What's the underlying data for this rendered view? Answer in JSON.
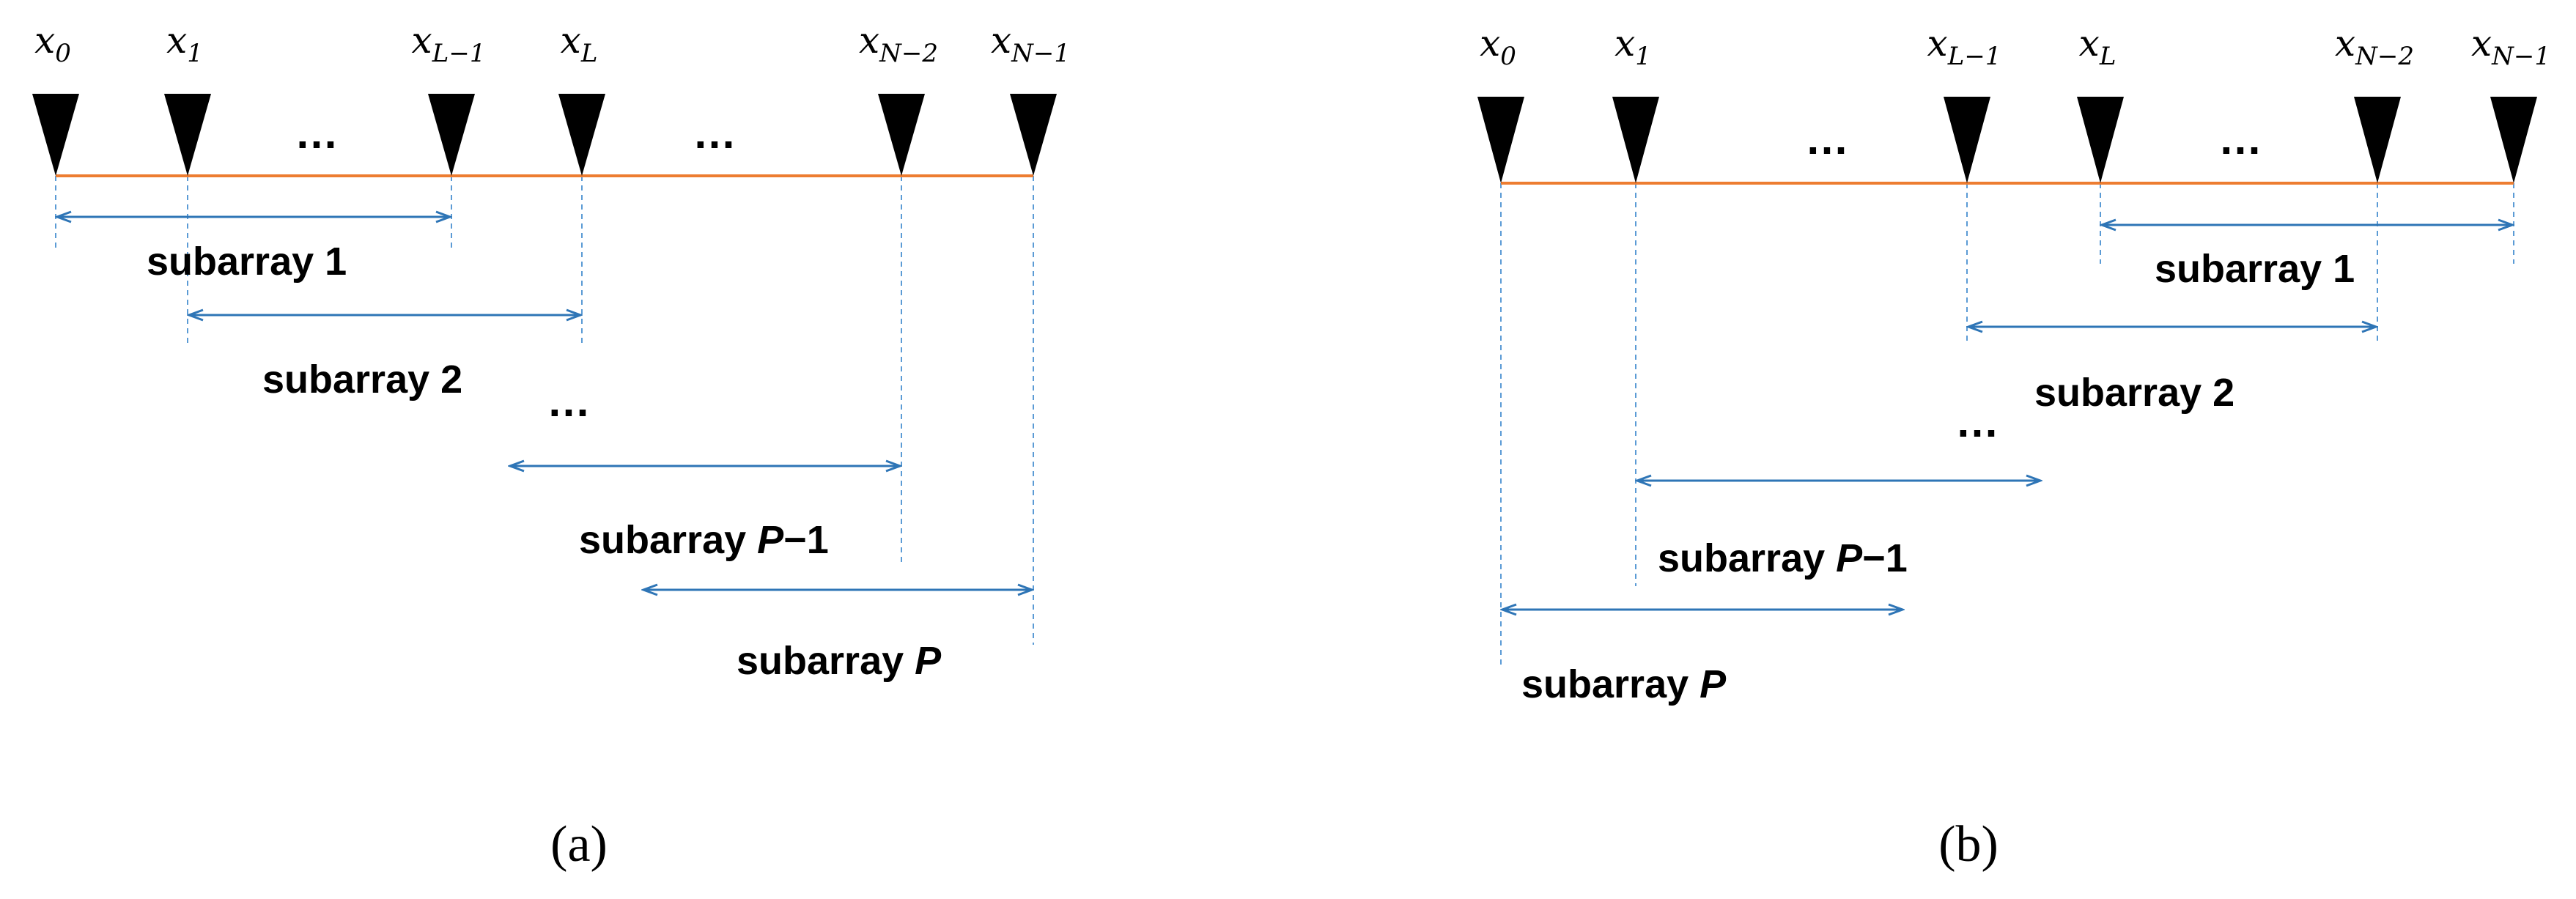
{
  "colors": {
    "array_line": "#ED7D31",
    "arrow": "#2E75B6",
    "guide": "#5B9BD5",
    "marker": "#000000",
    "text": "#000000"
  },
  "icons": {
    "sensor": "filled-down-triangle",
    "span": "double-headed-arrow"
  },
  "panels": [
    {
      "id": "a",
      "caption": "(a)",
      "sensors": [
        {
          "base": "x",
          "sub": "0"
        },
        {
          "base": "x",
          "sub": "1"
        },
        {
          "base": "x",
          "sub": "L−1"
        },
        {
          "base": "x",
          "sub": "L"
        },
        {
          "base": "x",
          "sub": "N−2"
        },
        {
          "base": "x",
          "sub": "N−1"
        }
      ],
      "sensor_ellipses": [
        "…",
        "…"
      ],
      "subarrays": [
        {
          "text": "subarray ",
          "num": "1",
          "var": ""
        },
        {
          "text": "subarray ",
          "num": "2",
          "var": ""
        },
        {
          "text": "subarray ",
          "num": "−1",
          "var": "P"
        },
        {
          "text": "subarray ",
          "num": "",
          "var": "P"
        }
      ],
      "subarray_ellipsis": "…"
    },
    {
      "id": "b",
      "caption": "(b)",
      "sensors": [
        {
          "base": "x",
          "sub": "0"
        },
        {
          "base": "x",
          "sub": "1"
        },
        {
          "base": "x",
          "sub": "L−1"
        },
        {
          "base": "x",
          "sub": "L"
        },
        {
          "base": "x",
          "sub": "N−2"
        },
        {
          "base": "x",
          "sub": "N−1"
        }
      ],
      "sensor_ellipses": [
        "…",
        "…"
      ],
      "subarrays": [
        {
          "text": "subarray ",
          "num": "1",
          "var": ""
        },
        {
          "text": "subarray ",
          "num": "2",
          "var": ""
        },
        {
          "text": "subarray ",
          "num": "−1",
          "var": "P"
        },
        {
          "text": "subarray ",
          "num": "",
          "var": "P"
        }
      ],
      "subarray_ellipsis": "…"
    }
  ]
}
